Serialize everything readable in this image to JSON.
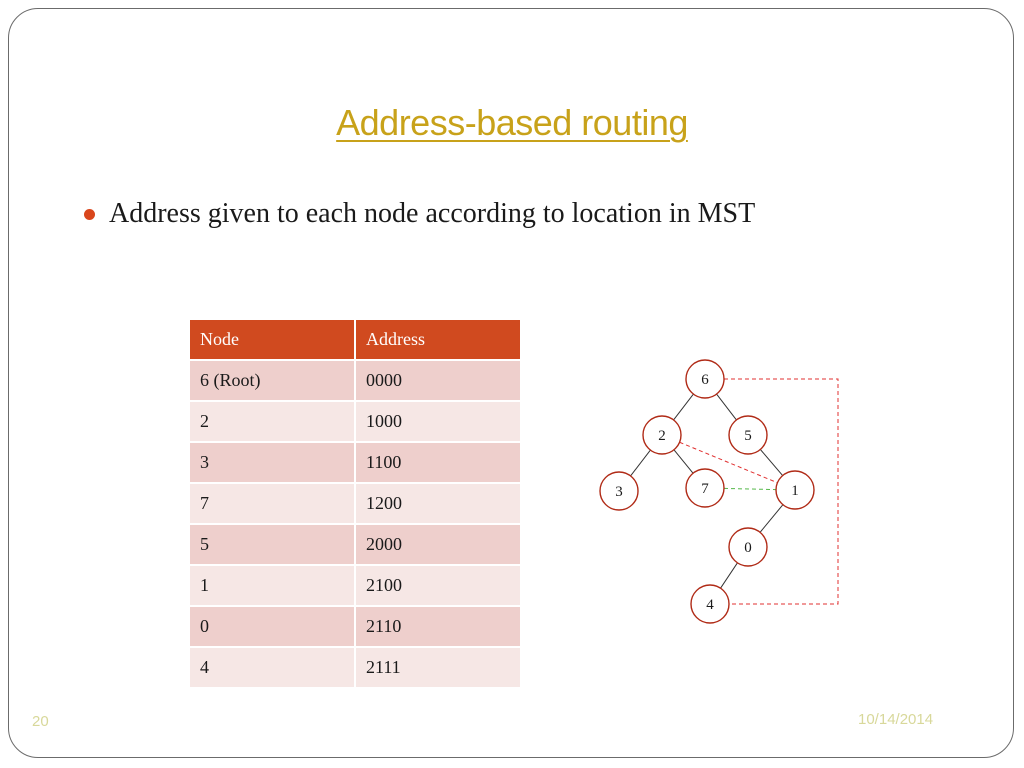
{
  "slide": {
    "title": "Address-based routing",
    "bullet": "Address given to each node according to location in MST",
    "number": "20",
    "date": "10/14/2014"
  },
  "table": {
    "headers": [
      "Node",
      "Address"
    ],
    "rows": [
      [
        "6 (Root)",
        "0000"
      ],
      [
        "2",
        "1000"
      ],
      [
        "3",
        "1100"
      ],
      [
        "7",
        "1200"
      ],
      [
        "5",
        "2000"
      ],
      [
        "1",
        "2100"
      ],
      [
        "0",
        "2110"
      ],
      [
        "4",
        "2111"
      ]
    ]
  },
  "tree": {
    "nodes": [
      {
        "id": "6",
        "label": "6"
      },
      {
        "id": "2",
        "label": "2"
      },
      {
        "id": "5",
        "label": "5"
      },
      {
        "id": "3",
        "label": "3"
      },
      {
        "id": "7",
        "label": "7"
      },
      {
        "id": "1",
        "label": "1"
      },
      {
        "id": "0",
        "label": "0"
      },
      {
        "id": "4",
        "label": "4"
      }
    ],
    "tree_edges": [
      [
        "6",
        "2"
      ],
      [
        "6",
        "5"
      ],
      [
        "2",
        "3"
      ],
      [
        "2",
        "7"
      ],
      [
        "5",
        "1"
      ],
      [
        "1",
        "0"
      ],
      [
        "0",
        "4"
      ]
    ],
    "red_links": [
      [
        "2",
        "1"
      ],
      [
        "6",
        "4"
      ]
    ],
    "green_links": [
      [
        "7",
        "1"
      ]
    ],
    "colors": {
      "node_stroke": "#b02a16",
      "header_bg": "#d04a1f",
      "title": "#c8a21a",
      "red_link": "#e03030",
      "green_link": "#55b84a"
    }
  }
}
